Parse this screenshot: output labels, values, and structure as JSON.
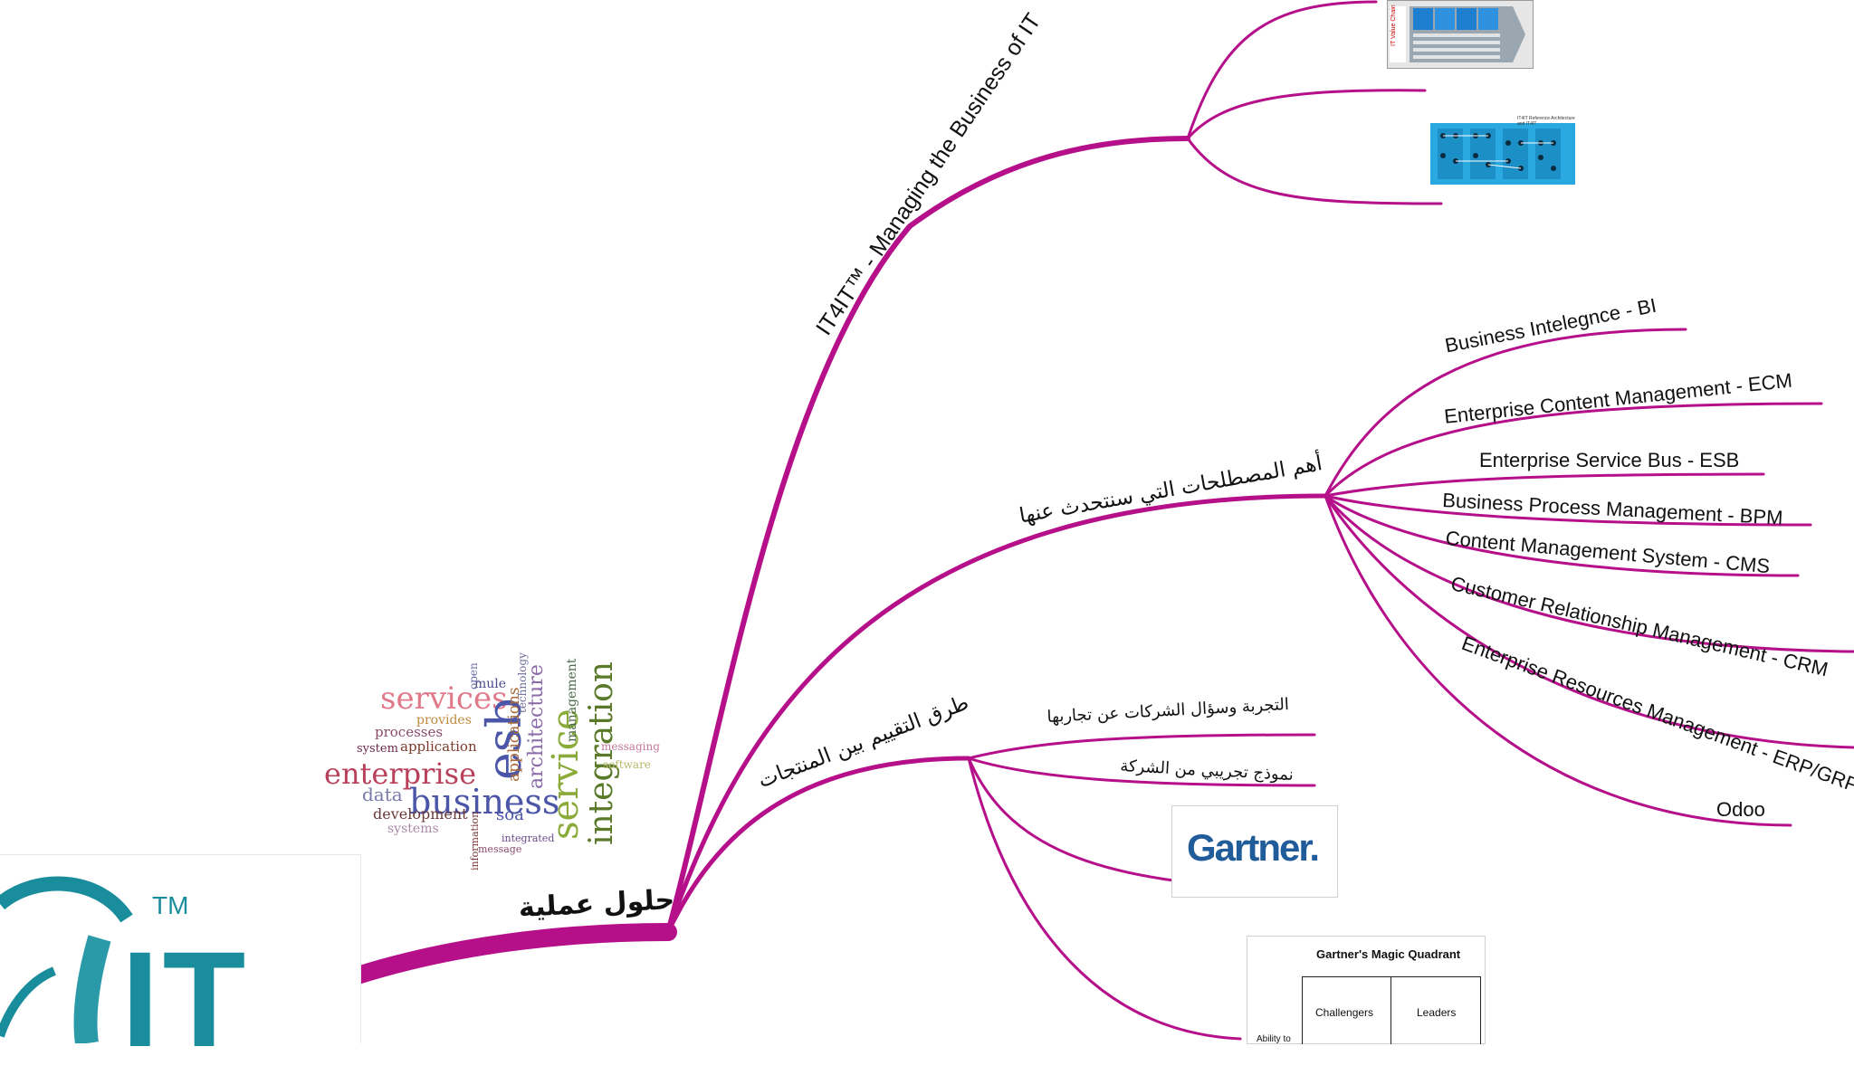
{
  "colors": {
    "branch": "#b5108a",
    "logo_teal": "#1a8d9c",
    "gartner_blue": "#1f5c99"
  },
  "root": {
    "label": "حلول عملية"
  },
  "branches": {
    "it4it": {
      "label": "IT4IT™ - Managing the Business of IT",
      "thumb1_caption": "IT Value Chain",
      "thumb2_caption": "IT4IT Reference Architecture and IT4IT"
    },
    "terms": {
      "label": "أهم المصطلحات التي سنتحدث عنها",
      "items": [
        "Business Intelegnce - BI",
        "Enterprise Content Management - ECM",
        "Enterprise Service Bus - ESB",
        "Business Process Management - BPM",
        "Content Management System - CMS",
        "Customer Relationship Management - CRM",
        "Enterprise Resources Management - ERP/GRP",
        "Odoo"
      ]
    },
    "evaluation": {
      "label": "طرق التقييم بين المنتجات",
      "items": [
        "التجربة وسؤال الشركات عن تجاربها",
        "نموذج تجريبي من الشركة"
      ],
      "gartner_logo": "Gartner.",
      "mq": {
        "title": "Gartner's Magic Quadrant",
        "challengers": "Challengers",
        "leaders": "Leaders",
        "axis": "Ability to"
      }
    }
  },
  "logo": {
    "text": "IT",
    "tm": "TM"
  },
  "wordcloud": {
    "large": [
      "enterprise",
      "business",
      "esb",
      "services",
      "service",
      "integration"
    ],
    "medium": [
      "application",
      "architecture",
      "processes",
      "development",
      "systems",
      "soa",
      "data",
      "mule",
      "provides",
      "applications",
      "technology",
      "management",
      "system",
      "messaging",
      "software",
      "open",
      "integrated",
      "message",
      "information"
    ]
  }
}
